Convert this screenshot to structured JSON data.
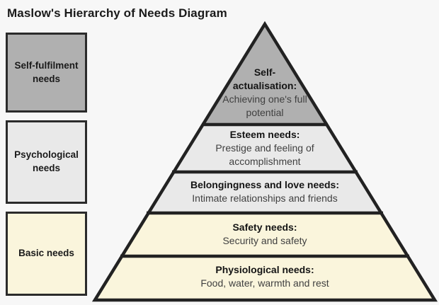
{
  "page": {
    "title": "Maslow's Hierarchy of Needs Diagram"
  },
  "colors": {
    "background": "#f7f7f7",
    "outline": "#222222",
    "gray": "#b0b0b0",
    "light_gray": "#e9e9e9",
    "cream": "#faf5dc"
  },
  "legend": {
    "items": [
      {
        "label": "Self-fulfilment needs",
        "color": "#b0b0b0"
      },
      {
        "label": "Psychological needs",
        "color": "#e9e9e9"
      },
      {
        "label": "Basic needs",
        "color": "#faf5dc"
      }
    ]
  },
  "pyramid": {
    "outline_color": "#222222",
    "levels": [
      {
        "heading": "Self-actualisation:",
        "description": "Achieving one's full potential",
        "color": "#b0b0b0"
      },
      {
        "heading": "Esteem needs:",
        "description": "Prestige and feeling of accomplishment",
        "color": "#e9e9e9"
      },
      {
        "heading": "Belongingness and love needs:",
        "description": "Intimate relationships and friends",
        "color": "#e9e9e9"
      },
      {
        "heading": "Safety needs:",
        "description": "Security and safety",
        "color": "#faf5dc"
      },
      {
        "heading": "Physiological needs:",
        "description": "Food, water, warmth and rest",
        "color": "#faf5dc"
      }
    ]
  }
}
